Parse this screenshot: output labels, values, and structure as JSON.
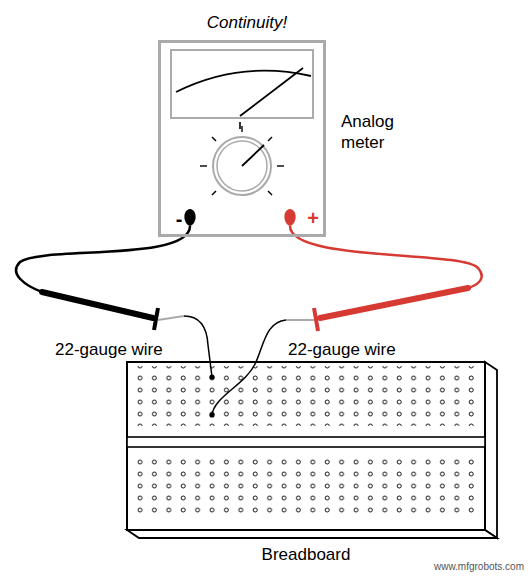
{
  "diagram": {
    "nodes": [
      {
        "text": [
          "Continuity!",
          "Analog meter",
          "-",
          "+"
        ]
      },
      {
        "text": [
          "Breadboard"
        ]
      }
    ],
    "labels": [
      "22-gauge wire",
      "22-gauge wire",
      "www.mfgrobots.com"
    ]
  }
}
